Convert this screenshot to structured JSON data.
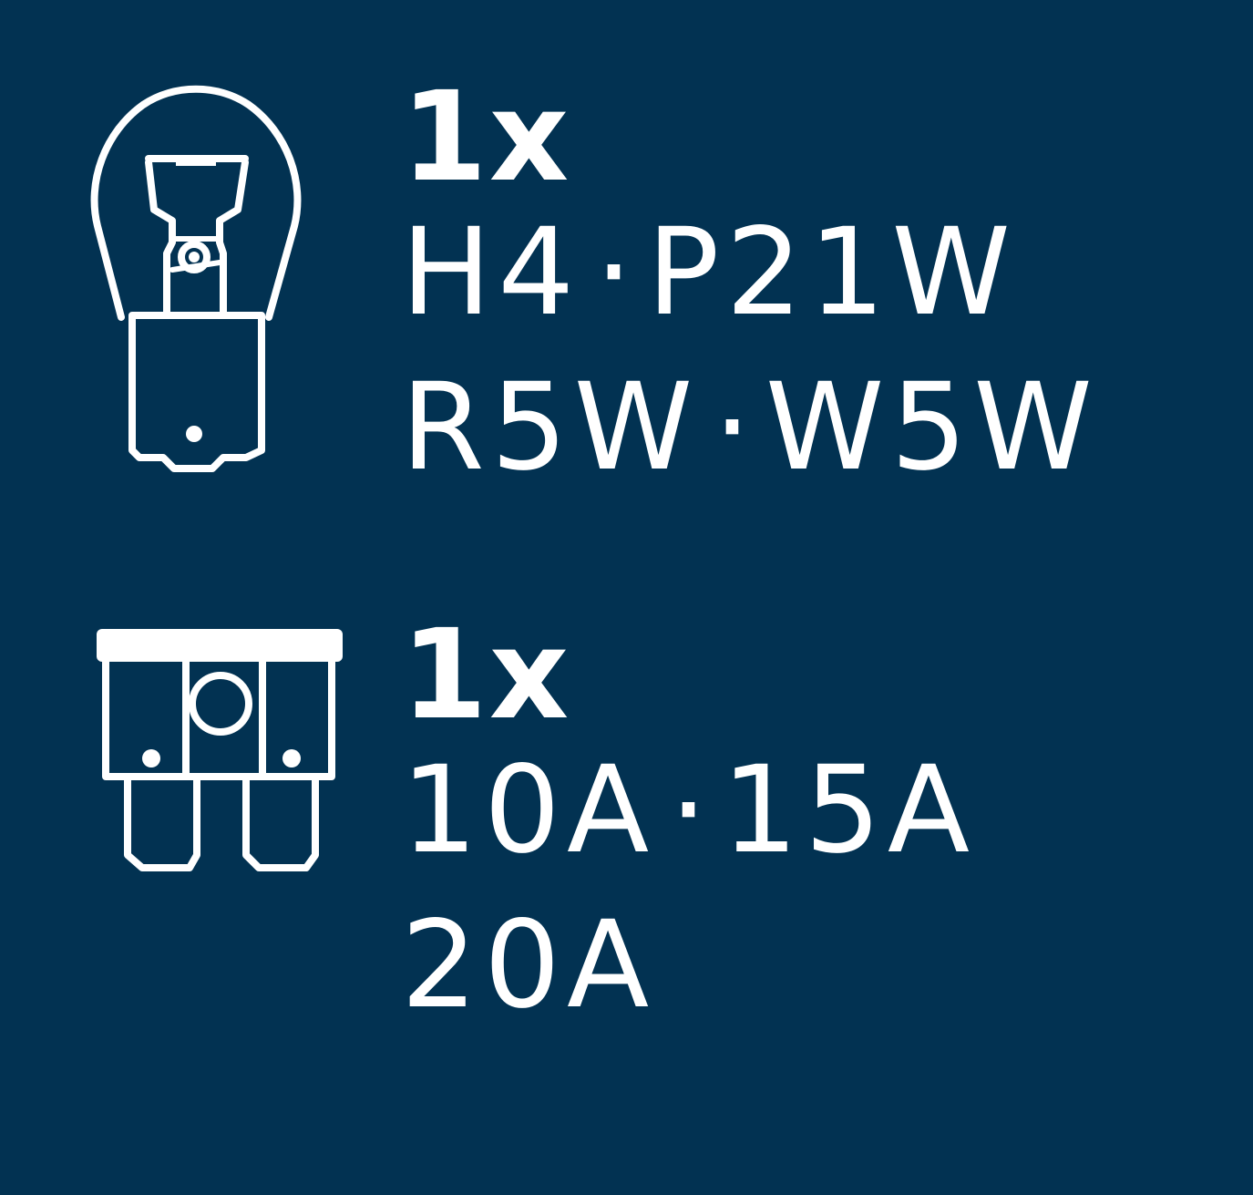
{
  "background_color": "#023252",
  "foreground_color": "#ffffff",
  "bulbs": {
    "icon": "bulb-icon",
    "count": "1x",
    "line1_a": "H4",
    "line1_b": "P21W",
    "line2_a": "R5W",
    "line2_b": "W5W",
    "separator": "·"
  },
  "fuses": {
    "icon": "fuse-icon",
    "count": "1x",
    "line1_a": "10A",
    "line1_b": "15A",
    "line2": "20A",
    "separator": "·"
  }
}
